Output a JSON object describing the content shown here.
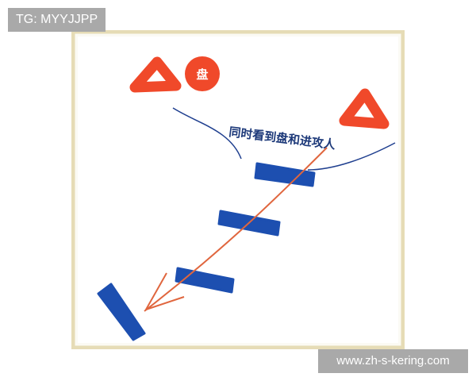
{
  "watermarks": {
    "top_left": "TG: MYYJJPP",
    "bottom_right": "www.zh-s-kering.com"
  },
  "diagram": {
    "caption": "同时看到盘和进攻人",
    "disc_label": "盘",
    "colors": {
      "player_red": "#f0492a",
      "bar_blue": "#1d4fb0",
      "arrow_orange": "#e0663e",
      "line_navy": "#1f3f8f",
      "frame_border": "#e6dcb6",
      "background": "#ffffff"
    }
  }
}
